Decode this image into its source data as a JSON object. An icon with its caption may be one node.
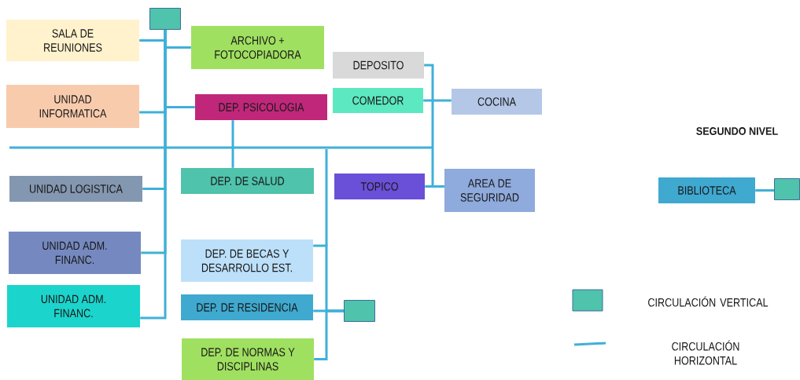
{
  "diagram": {
    "title": "SEGUNDO NIVEL",
    "nodes": [
      {
        "text": [
          "SALA DE REUNIONES"
        ]
      },
      {
        "text": [],
        "shape": "box"
      },
      {
        "text": [
          "ARCHIVO + FOTOCOPIADORA"
        ]
      },
      {
        "text": [
          "DEPOSITO"
        ]
      },
      {
        "text": [
          "UNIDAD INFORMATICA"
        ]
      },
      {
        "text": [
          "DEP. PSICOLOGIA"
        ]
      },
      {
        "text": [
          "COMEDOR"
        ]
      },
      {
        "text": [
          "COCINA"
        ]
      },
      {
        "text": [
          "DEP. DE SALUD"
        ]
      },
      {
        "text": [
          "TOPICO"
        ]
      },
      {
        "text": [
          "AREA DE SEGURIDAD"
        ]
      },
      {
        "text": [
          "UNIDAD LOGISTICA"
        ]
      },
      {
        "text": [
          "BIBLIOTECA"
        ]
      },
      {
        "text": [],
        "shape": "box"
      },
      {
        "text": [
          "UNIDAD ADM. FINANC."
        ]
      },
      {
        "text": [
          "DEP. DE BECAS Y DESARROLLO EST."
        ]
      },
      {
        "text": [
          "UNIDAD ADM. FINANC."
        ]
      },
      {
        "text": [
          "DEP. DE RESIDENCIA"
        ]
      },
      {
        "text": [],
        "shape": "box"
      },
      {
        "text": [
          "DEP. DE NORMAS Y DISCIPLINAS"
        ]
      }
    ],
    "edges": [
      {
        "from": 1,
        "to": 0,
        "arrow": "none"
      },
      {
        "from": 1,
        "to": 2,
        "arrow": "none"
      },
      {
        "from": 1,
        "to": 4,
        "arrow": "none"
      },
      {
        "from": 1,
        "to": 5,
        "arrow": "none"
      },
      {
        "from": 1,
        "to": 11,
        "arrow": "none"
      },
      {
        "from": 1,
        "to": 14,
        "arrow": "none"
      },
      {
        "from": 1,
        "to": 16,
        "arrow": "none"
      },
      {
        "from": 5,
        "to": 8,
        "arrow": "none"
      },
      {
        "from": 3,
        "to": 10,
        "arrow": "none"
      },
      {
        "from": 6,
        "to": 7,
        "arrow": "none"
      },
      {
        "from": 9,
        "to": 10,
        "arrow": "none"
      },
      {
        "from": 18,
        "to": 15,
        "arrow": "none"
      },
      {
        "from": 18,
        "to": 17,
        "arrow": "none"
      },
      {
        "from": 18,
        "to": 19,
        "arrow": "none"
      },
      {
        "from": 12,
        "to": 13,
        "arrow": "none"
      }
    ],
    "legend": [
      {
        "text": "CIRCULACIÓN VERTICAL",
        "color": "#4fc3ab"
      },
      {
        "text": "CIRCULACIÓN HORIZONTAL"
      }
    ]
  }
}
